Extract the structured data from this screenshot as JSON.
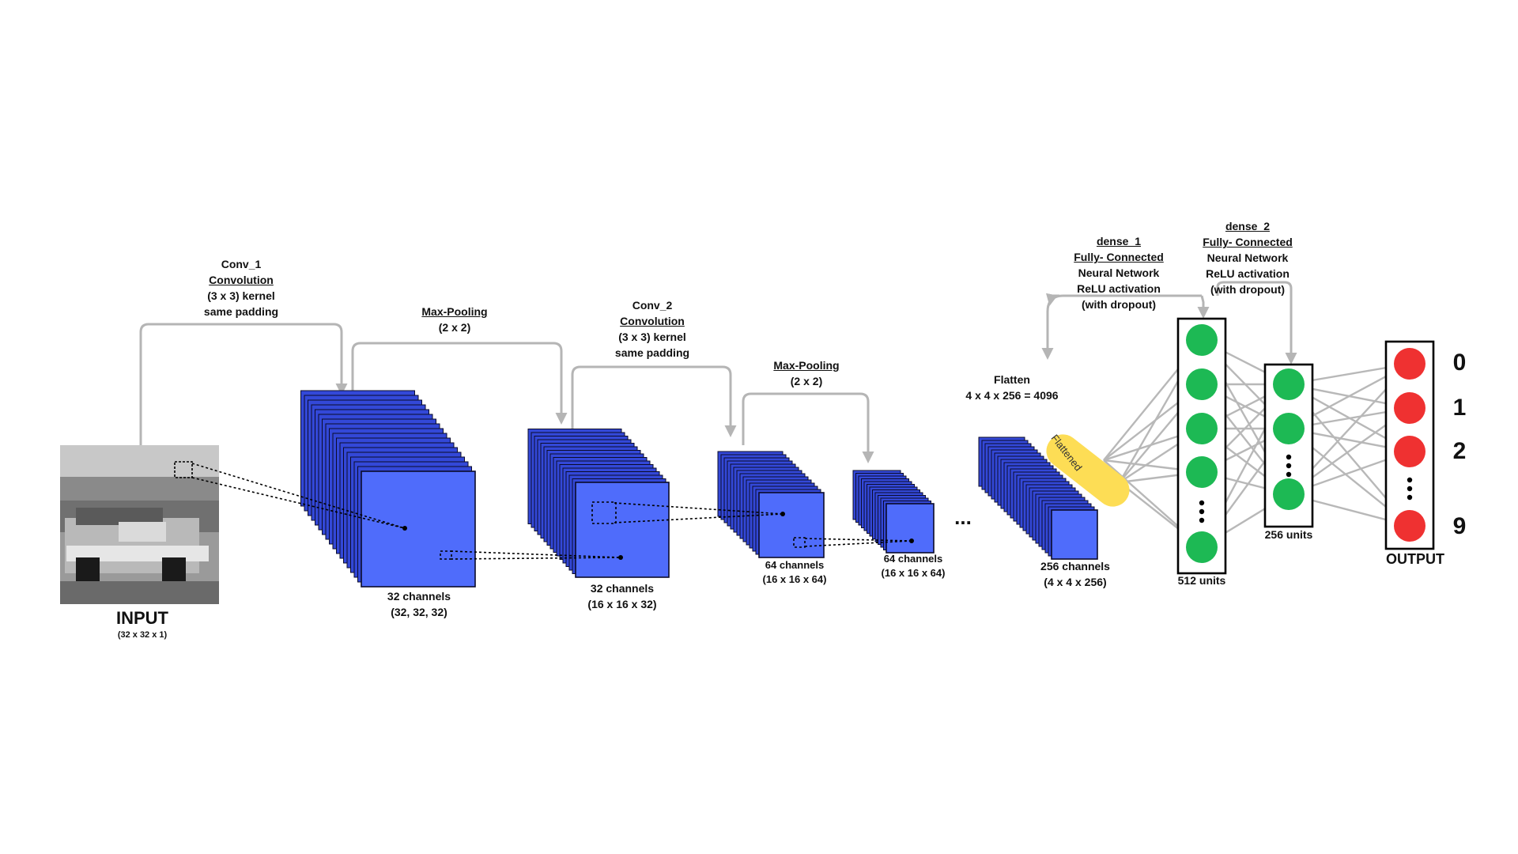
{
  "colors": {
    "feature_map": "#4f6cfb",
    "feature_map_dark": "#3348d8",
    "arrow": "#b5b5b5",
    "connection": "#b8b8b8",
    "hidden_unit": "#1db954",
    "output_unit": "#ef3131",
    "flatten_pill": "#fddd55"
  },
  "input": {
    "title": "INPUT",
    "dims": "(32 x 32 x 1)"
  },
  "conv_1": {
    "name": "Conv_1",
    "type": "Convolution",
    "kernel": "(3 x 3) kernel",
    "padding": "same padding",
    "channels": "32 channels",
    "dims": "(32, 32, 32)"
  },
  "pool_1": {
    "name": "Max-Pooling",
    "size": "(2 x 2)",
    "channels": "32 channels",
    "dims": "(16 x 16 x 32)"
  },
  "conv_2": {
    "name": "Conv_2",
    "type": "Convolution",
    "kernel": "(3 x 3) kernel",
    "padding": "same padding",
    "channels": "64 channels",
    "dims": "(16 x 16 x 64)"
  },
  "pool_2": {
    "name": "Max-Pooling",
    "size": "(2 x 2)",
    "channels": "64 channels",
    "dims": "(16 x 16 x 64)"
  },
  "ellipsis": "...",
  "flatten": {
    "name": "Flatten",
    "formula": "4 x 4 x 256 = 4096",
    "pill": "Flattened",
    "channels": "256 channels",
    "dims": "(4 x 4 x 256)"
  },
  "dense_1": {
    "name": "dense_1",
    "type": "Fully- Connected",
    "network": "Neural Network",
    "activation": "ReLU activation",
    "dropout": "(with dropout)",
    "units": "512 units"
  },
  "dense_2": {
    "name": "dense_2",
    "type": "Fully- Connected",
    "network": "Neural Network",
    "activation": "ReLU activation",
    "dropout": "(with dropout)",
    "units": "256 units"
  },
  "output": {
    "title": "OUTPUT",
    "classes": [
      "0",
      "1",
      "2",
      "9"
    ]
  }
}
